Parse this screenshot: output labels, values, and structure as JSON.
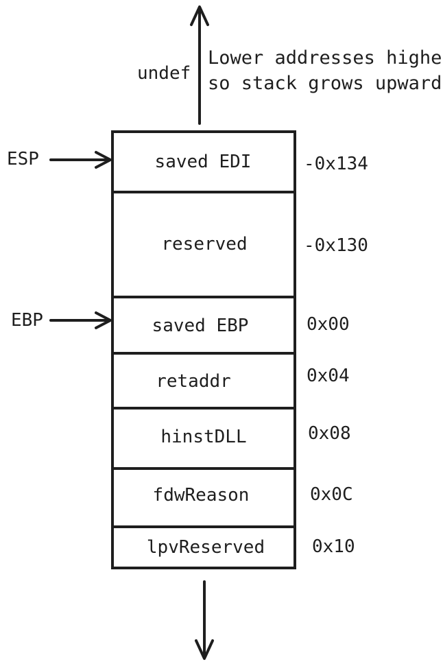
{
  "top_note": {
    "side_label": "undef",
    "lines": [
      "Lower addresses higher",
      "so stack grows upwards"
    ]
  },
  "pointers": {
    "esp": "ESP",
    "ebp": "EBP"
  },
  "cells": [
    {
      "label": "saved EDI",
      "offset": "-0x134"
    },
    {
      "label": "reserved",
      "offset": "-0x130"
    },
    {
      "label": "saved EBP",
      "offset": "0x00"
    },
    {
      "label": "retaddr",
      "offset": "0x04"
    },
    {
      "label": "hinstDLL",
      "offset": "0x08"
    },
    {
      "label": "fdwReason",
      "offset": "0x0C"
    },
    {
      "label": "lpvReserved",
      "offset": "0x10"
    }
  ],
  "colors": {
    "stroke": "#1e1e1e",
    "background": "#ffffff"
  }
}
